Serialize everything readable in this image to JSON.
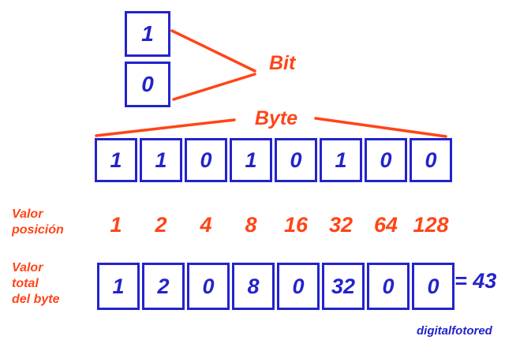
{
  "colors": {
    "blue": "#2323cc",
    "orange": "#ff4517",
    "bg": "#ffffff"
  },
  "bit": {
    "label": "Bit",
    "box_one": "1",
    "box_zero": "0"
  },
  "byte": {
    "label": "Byte",
    "cells": [
      "1",
      "1",
      "0",
      "1",
      "0",
      "1",
      "0",
      "0"
    ]
  },
  "position_row": {
    "label_lines": [
      "Valor",
      "posición"
    ],
    "values": [
      "1",
      "2",
      "4",
      "8",
      "16",
      "32",
      "64",
      "128"
    ]
  },
  "total_row": {
    "label_lines": [
      "Valor",
      "total",
      "del byte"
    ],
    "cells": [
      "1",
      "2",
      "0",
      "8",
      "0",
      "32",
      "0",
      "0"
    ],
    "result": "= 43"
  },
  "watermark": "digitalfotored"
}
